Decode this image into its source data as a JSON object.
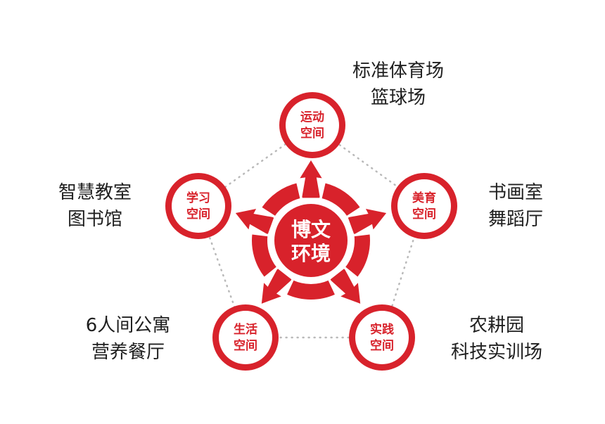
{
  "colors": {
    "accent": "#d8222b",
    "ring_gap": "#ffffff",
    "dots": "#b9b9b9",
    "text": "#1f1f1f"
  },
  "center": {
    "line1": "博文",
    "line2": "环境"
  },
  "nodes": [
    {
      "id": "sport",
      "line1": "运动",
      "line2": "空间",
      "caption": [
        "标准体育场",
        "篮球场"
      ]
    },
    {
      "id": "art",
      "line1": "美育",
      "line2": "空间",
      "caption": [
        "书画室",
        "舞蹈厅"
      ]
    },
    {
      "id": "practice",
      "line1": "实践",
      "line2": "空间",
      "caption": [
        "农耕园",
        "科技实训场"
      ]
    },
    {
      "id": "life",
      "line1": "生活",
      "line2": "空间",
      "caption": [
        "6人间公寓",
        "营养餐厅"
      ]
    },
    {
      "id": "study",
      "line1": "学习",
      "line2": "空间",
      "caption": [
        "智慧教室",
        "图书馆"
      ]
    }
  ]
}
